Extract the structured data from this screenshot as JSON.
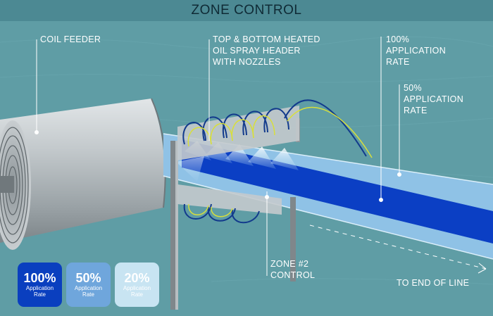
{
  "title": "ZONE CONTROL",
  "labels": {
    "coil_feeder": "COIL FEEDER",
    "spray_header": "TOP & BOTTOM HEATED\nOIL SPRAY HEADER\nWITH NOZZLES",
    "rate_100": "100%\nAPPLICATION\nRATE",
    "rate_50": "50%\nAPPLICATION\nRATE",
    "zone2": "ZONE #2\nCONTROL",
    "end_of_line": "TO END OF LINE"
  },
  "legend": [
    {
      "pct": "100%",
      "line1": "Application",
      "line2": "Rate",
      "color": "#0a3fbf"
    },
    {
      "pct": "50%",
      "line1": "Application",
      "line2": "Rate",
      "color": "#6fa6dc"
    },
    {
      "pct": "20%",
      "line1": "Application",
      "line2": "Rate",
      "color": "#c8e4f2"
    }
  ],
  "colors": {
    "background": "#5f9da5",
    "title_bar": "#4c8993",
    "strip_light": "#8fc2e6",
    "strip_dark": "#0b3fc4",
    "coil": "#b9c0c4"
  }
}
